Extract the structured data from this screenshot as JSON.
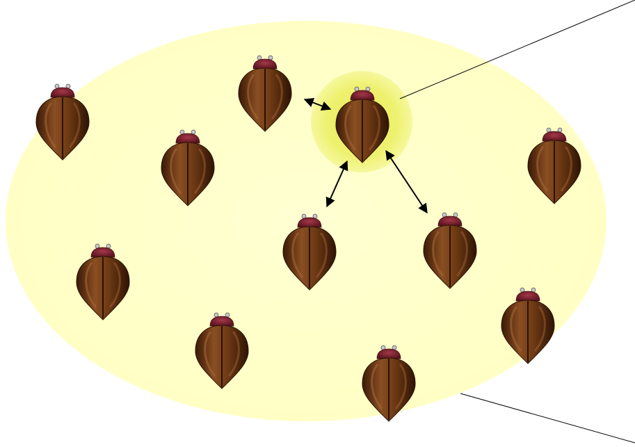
{
  "diagram": {
    "colors": {
      "background": "#ffffff",
      "field": "#ffffcc",
      "highlight": "#eeee66",
      "beetle_body": "#5a2e0c",
      "beetle_head": "#7a1f2b",
      "line": "#000000"
    },
    "elements": {
      "swarm_field": "ellipse-region",
      "focal_neighborhood": "highlight-circle",
      "beetle_shape": "beetle-icon",
      "interaction_arrow": "double-arrow",
      "callout_line": "leader-line"
    }
  }
}
